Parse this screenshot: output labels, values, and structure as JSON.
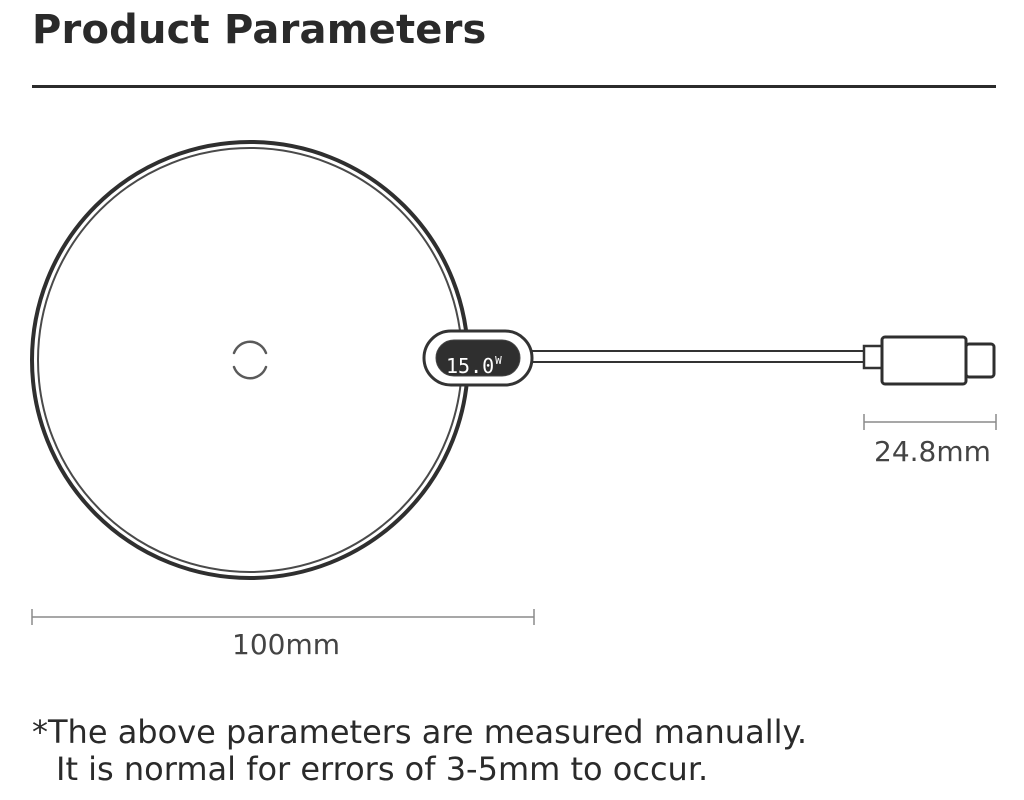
{
  "header": {
    "title": "Product Parameters"
  },
  "diagram": {
    "pad_display": {
      "value": "15.0",
      "unit": "W"
    },
    "dimensions": {
      "connector_width": "24.8mm",
      "pad_diameter": "100mm"
    }
  },
  "footnote": {
    "line1": "*The above parameters are measured manually.",
    "line2": "It is normal for errors of 3-5mm to occur."
  },
  "colors": {
    "ink": "#2a2a2a",
    "display_bg": "#2f2f2f",
    "dimension_line": "#8a8a8a"
  }
}
